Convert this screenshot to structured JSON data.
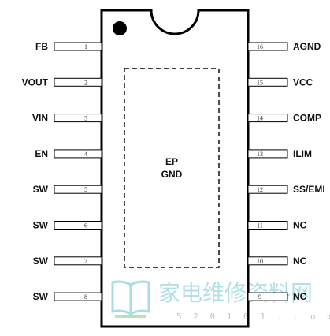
{
  "chip": {
    "left_pins": [
      {
        "num": "1",
        "name": "FB"
      },
      {
        "num": "2",
        "name": "VOUT"
      },
      {
        "num": "3",
        "name": "VIN"
      },
      {
        "num": "4",
        "name": "EN"
      },
      {
        "num": "5",
        "name": "SW"
      },
      {
        "num": "6",
        "name": "SW"
      },
      {
        "num": "7",
        "name": "SW"
      },
      {
        "num": "8",
        "name": "SW"
      }
    ],
    "right_pins": [
      {
        "num": "16",
        "name": "AGND"
      },
      {
        "num": "15",
        "name": "VCC"
      },
      {
        "num": "14",
        "name": "COMP"
      },
      {
        "num": "13",
        "name": "ILIM"
      },
      {
        "num": "12",
        "name": "SS/EMI"
      },
      {
        "num": "11",
        "name": "NC"
      },
      {
        "num": "10",
        "name": "NC"
      },
      {
        "num": "9",
        "name": "NC"
      }
    ],
    "exposed_pad": {
      "line1": "EP",
      "line2": "GND"
    }
  },
  "watermark": {
    "chinese_text": "家电维修资料网",
    "url": "5 2 0 1 0 1 . c o m"
  },
  "colors": {
    "outline": "#000000",
    "watermark": "#a9dde6"
  }
}
